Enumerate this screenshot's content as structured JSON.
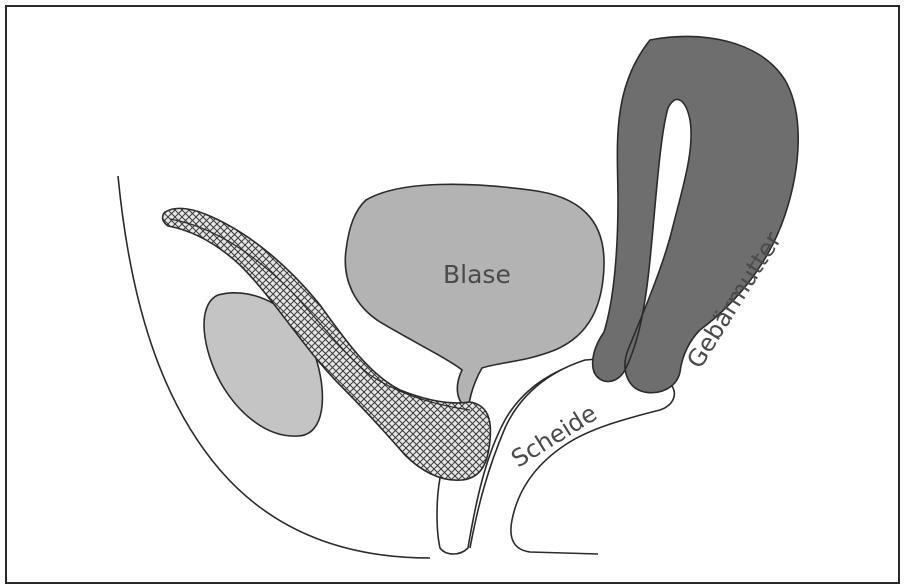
{
  "diagram": {
    "labels": {
      "blase": "Blase",
      "scheide": "Scheide",
      "gebaermutter": "Gebärmutter"
    },
    "colors": {
      "outline": "#2b2b2b",
      "bladder_fill": "#b3b3b3",
      "bone_fill": "#c4c4c4",
      "uterus_fill": "#6e6e6e",
      "mesh_fill": "#d9d9d9",
      "label_color": "#4a4a4a",
      "background": "#ffffff"
    }
  }
}
